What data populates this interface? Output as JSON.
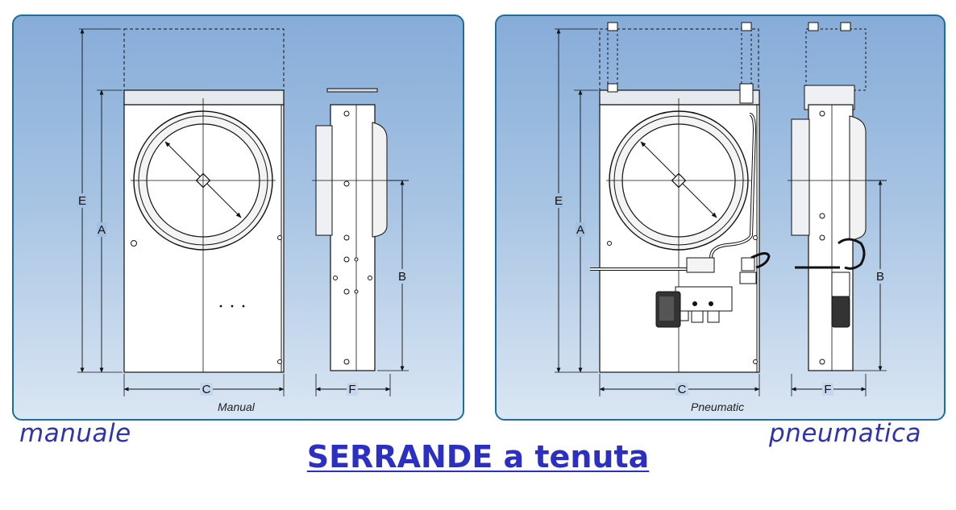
{
  "left_panel": {
    "caption": "Manual",
    "dimensions": {
      "E": "E",
      "A": "A",
      "C": "C",
      "B": "B",
      "F": "F"
    }
  },
  "right_panel": {
    "caption": "Pneumatic",
    "dimensions": {
      "E": "E",
      "A": "A",
      "C": "C",
      "B": "B",
      "F": "F"
    }
  },
  "labels": {
    "left": "manuale",
    "right": "pneumatica"
  },
  "title": "SERRANDE a tenuta",
  "colors": {
    "panel_border": "#1c6f9c",
    "panel_top": "#86acd8",
    "panel_bottom": "#dae6f3",
    "text_blue": "#2b2fc4"
  }
}
